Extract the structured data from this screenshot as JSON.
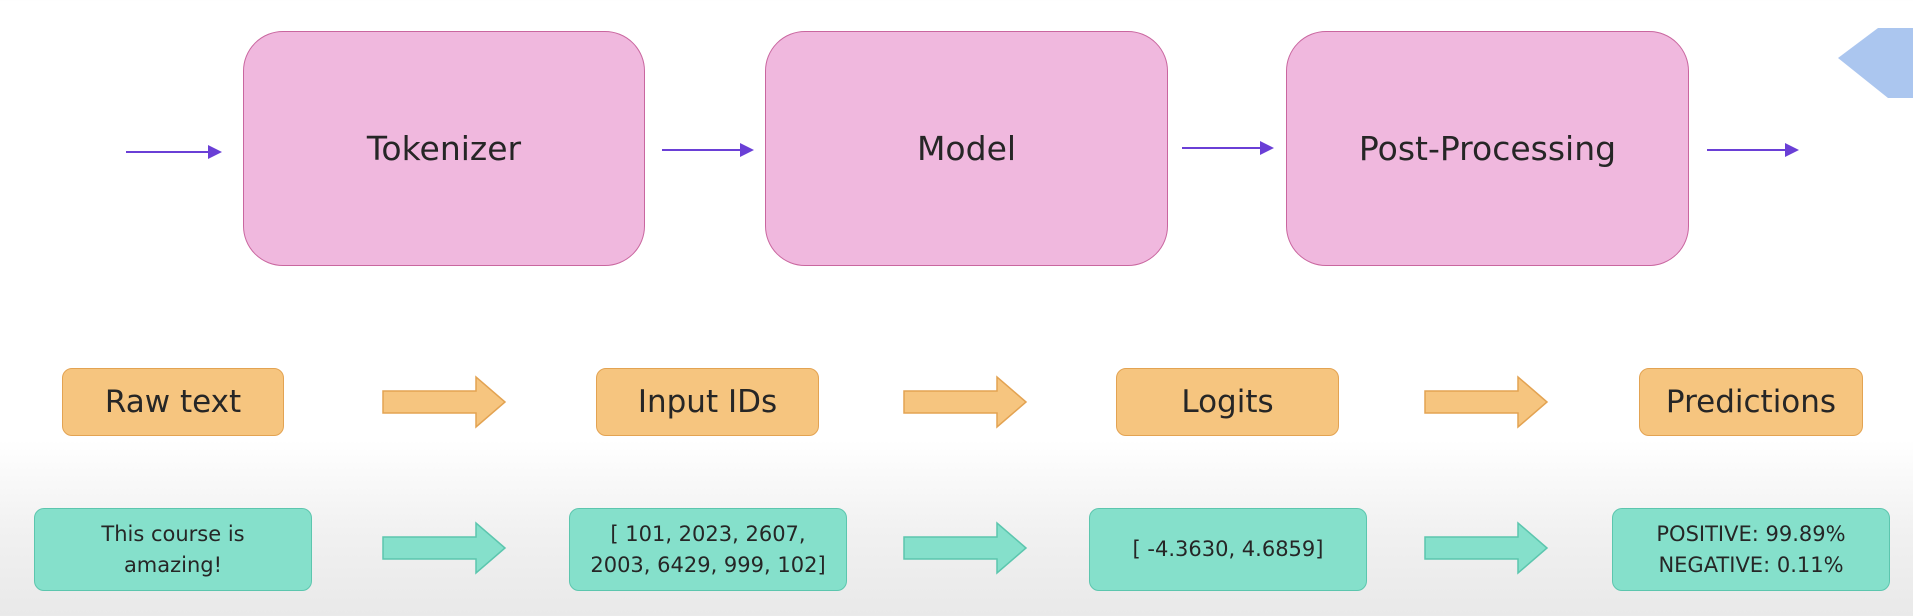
{
  "pipeline": {
    "stages": [
      {
        "label": "Tokenizer"
      },
      {
        "label": "Model"
      },
      {
        "label": "Post-Processing"
      }
    ],
    "data_labels": [
      {
        "label": "Raw text"
      },
      {
        "label": "Input IDs"
      },
      {
        "label": "Logits"
      },
      {
        "label": "Predictions"
      }
    ],
    "example_values": [
      {
        "text": "This course is\namazing!"
      },
      {
        "text": "[ 101, 2023, 2607,\n2003, 6429, 999, 102]"
      },
      {
        "text": "[ -4.3630, 4.6859]"
      },
      {
        "text": "POSITIVE: 99.89%\nNEGATIVE:  0.11%"
      }
    ]
  },
  "colors": {
    "stage_fill": "#f0b8de",
    "stage_border": "#c9669f",
    "flow_arrow": "#6a3fd6",
    "label_fill": "#f6c57f",
    "label_arrow": "#f6c57f",
    "value_fill": "#85e0cb",
    "value_arrow": "#85e0cb"
  }
}
